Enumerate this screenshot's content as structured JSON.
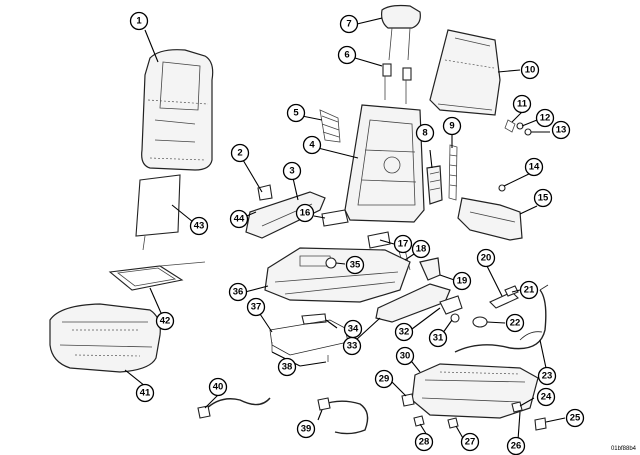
{
  "callouts": [
    {
      "label": "1"
    },
    {
      "label": "2"
    },
    {
      "label": "3"
    },
    {
      "label": "4"
    },
    {
      "label": "5"
    },
    {
      "label": "6"
    },
    {
      "label": "7"
    },
    {
      "label": "8"
    },
    {
      "label": "9"
    },
    {
      "label": "10"
    },
    {
      "label": "11"
    },
    {
      "label": "12"
    },
    {
      "label": "13"
    },
    {
      "label": "14"
    },
    {
      "label": "15"
    },
    {
      "label": "16"
    },
    {
      "label": "17"
    },
    {
      "label": "18"
    },
    {
      "label": "19"
    },
    {
      "label": "20"
    },
    {
      "label": "21"
    },
    {
      "label": "22"
    },
    {
      "label": "23"
    },
    {
      "label": "24"
    },
    {
      "label": "25"
    },
    {
      "label": "26"
    },
    {
      "label": "27"
    },
    {
      "label": "28"
    },
    {
      "label": "29"
    },
    {
      "label": "30"
    },
    {
      "label": "31"
    },
    {
      "label": "32"
    },
    {
      "label": "33"
    },
    {
      "label": "34"
    },
    {
      "label": "35"
    },
    {
      "label": "36"
    },
    {
      "label": "37"
    },
    {
      "label": "38"
    },
    {
      "label": "39"
    },
    {
      "label": "40"
    },
    {
      "label": "41"
    },
    {
      "label": "42"
    },
    {
      "label": "43"
    },
    {
      "label": "44"
    }
  ],
  "figure_code": "01bf88b4"
}
